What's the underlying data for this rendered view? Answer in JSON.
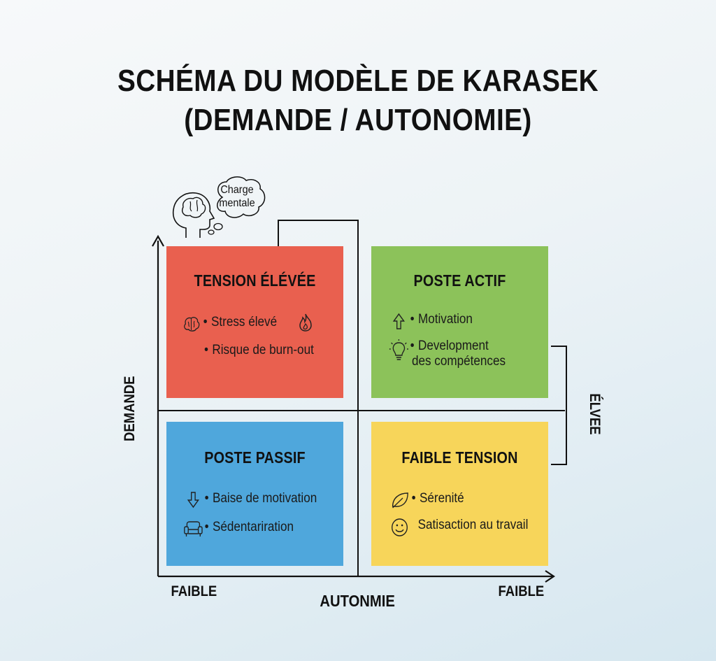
{
  "title": {
    "line1": "SCHÉMA DU MODÈLE DE KARASEK",
    "line2": "(DEMANDE / AUTONOMIE)"
  },
  "thought_bubble": {
    "icon": "head-brain-icon",
    "line1": "Charge",
    "line2": "mentale"
  },
  "quadrants": {
    "top_left": {
      "title": "TENSION ÉLÉVÉE",
      "color": "#e9604f",
      "items": [
        {
          "icon": "brain-icon",
          "text": "Stress élevé",
          "extra_icon": "flame-icon"
        },
        {
          "icon": "",
          "text": "Risque de burn-out"
        }
      ]
    },
    "top_right": {
      "title": "POSTE ACTIF",
      "color": "#8cc25a",
      "items": [
        {
          "icon": "arrow-up-icon",
          "text": "Motivation"
        },
        {
          "icon": "lightbulb-icon",
          "text": "Development",
          "text2": "des compétences"
        }
      ]
    },
    "bottom_left": {
      "title": "POSTE PASSIF",
      "color": "#4fa7dc",
      "items": [
        {
          "icon": "arrow-down-icon",
          "text": "Baise de motivation"
        },
        {
          "icon": "sofa-icon",
          "text": "Sédentariration"
        }
      ]
    },
    "bottom_right": {
      "title": "FAIBLE TENSION",
      "color": "#f7d55a",
      "items": [
        {
          "icon": "leaf-icon",
          "text": "Sérenité"
        },
        {
          "icon": "smiley-icon",
          "text": "Satisaction au travail"
        }
      ]
    }
  },
  "axes": {
    "y_label": "DEMANDE",
    "x_label": "AUTONMIE",
    "x_left": "FAIBLE",
    "x_right": "FAIBLE",
    "right_label": "ÉLVEE"
  },
  "bullet": "•"
}
